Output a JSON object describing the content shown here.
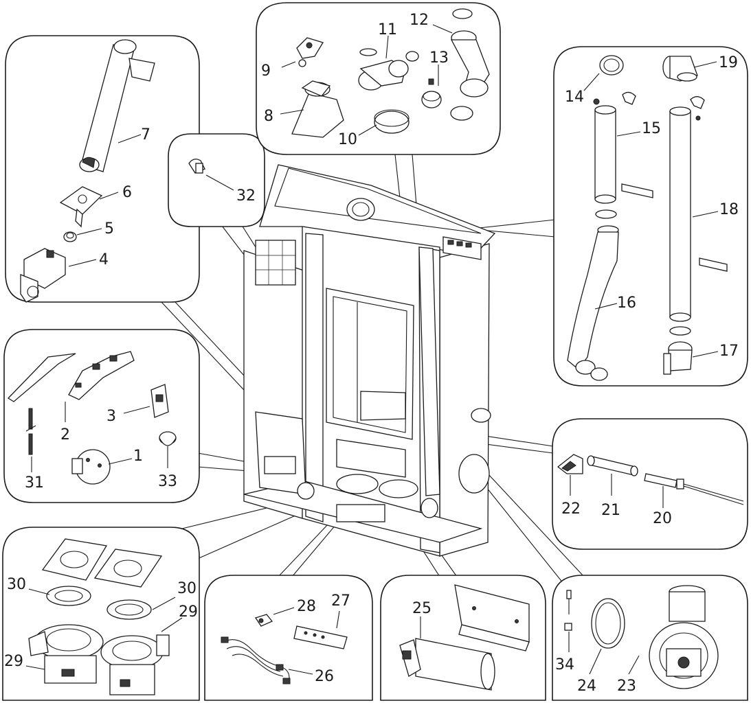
{
  "diagram": {
    "type": "exploded-parts-view",
    "colors": {
      "line": "#1a1a1a",
      "background": "#ffffff",
      "shade": "#d8d8d8"
    },
    "callouts": [
      {
        "id": "left-top",
        "parts": [
          "4",
          "5",
          "6",
          "7"
        ]
      },
      {
        "id": "small-clip",
        "parts": [
          "32"
        ]
      },
      {
        "id": "top-center",
        "parts": [
          "8",
          "9",
          "10",
          "11",
          "12",
          "13"
        ]
      },
      {
        "id": "right-top",
        "parts": [
          "14",
          "15",
          "16",
          "17",
          "18",
          "19"
        ]
      },
      {
        "id": "left-mid",
        "parts": [
          "1",
          "2",
          "3",
          "31",
          "33"
        ]
      },
      {
        "id": "right-mid",
        "parts": [
          "20",
          "21",
          "22"
        ]
      },
      {
        "id": "bottom-left",
        "parts": [
          "29",
          "30"
        ]
      },
      {
        "id": "bottom-c1",
        "parts": [
          "26",
          "27",
          "28"
        ]
      },
      {
        "id": "bottom-c2",
        "parts": [
          "25"
        ]
      },
      {
        "id": "bottom-right",
        "parts": [
          "23",
          "24",
          "34"
        ]
      }
    ],
    "labels": {
      "l1": "1",
      "l2": "2",
      "l3": "3",
      "l4": "4",
      "l5": "5",
      "l6": "6",
      "l7": "7",
      "l8": "8",
      "l9": "9",
      "l10": "10",
      "l11": "11",
      "l12": "12",
      "l13": "13",
      "l14": "14",
      "l15": "15",
      "l16": "16",
      "l17": "17",
      "l18": "18",
      "l19": "19",
      "l20": "20",
      "l21": "21",
      "l22": "22",
      "l23": "23",
      "l24": "24",
      "l25": "25",
      "l26": "26",
      "l27": "27",
      "l28": "28",
      "l29a": "29",
      "l29b": "29",
      "l30a": "30",
      "l30b": "30",
      "l31": "31",
      "l32": "32",
      "l33": "33",
      "l34": "34"
    }
  }
}
